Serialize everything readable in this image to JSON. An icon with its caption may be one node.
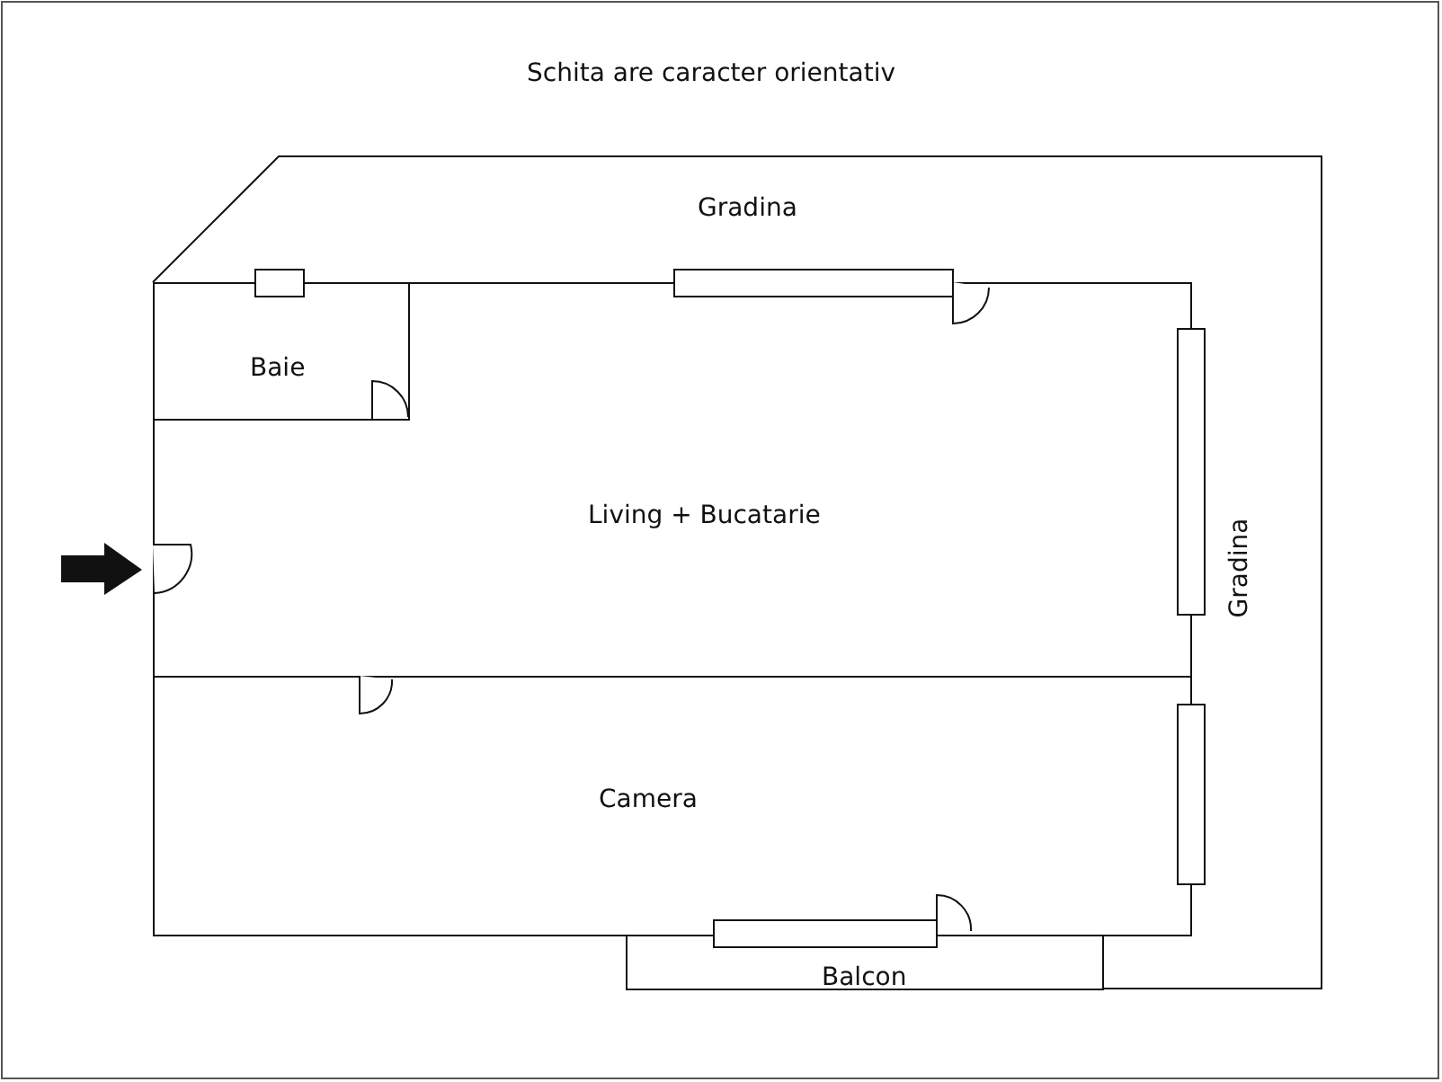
{
  "diagram": {
    "title": "Schita are caracter orientativ",
    "nodes": [
      {
        "text": [
          "Baie"
        ]
      },
      {
        "text": [
          "Living + Bucatarie"
        ]
      },
      {
        "text": [
          "Camera"
        ]
      },
      {
        "text": [
          "Balcon"
        ]
      }
    ],
    "labels": [
      "Gradina",
      "Gradina"
    ]
  }
}
